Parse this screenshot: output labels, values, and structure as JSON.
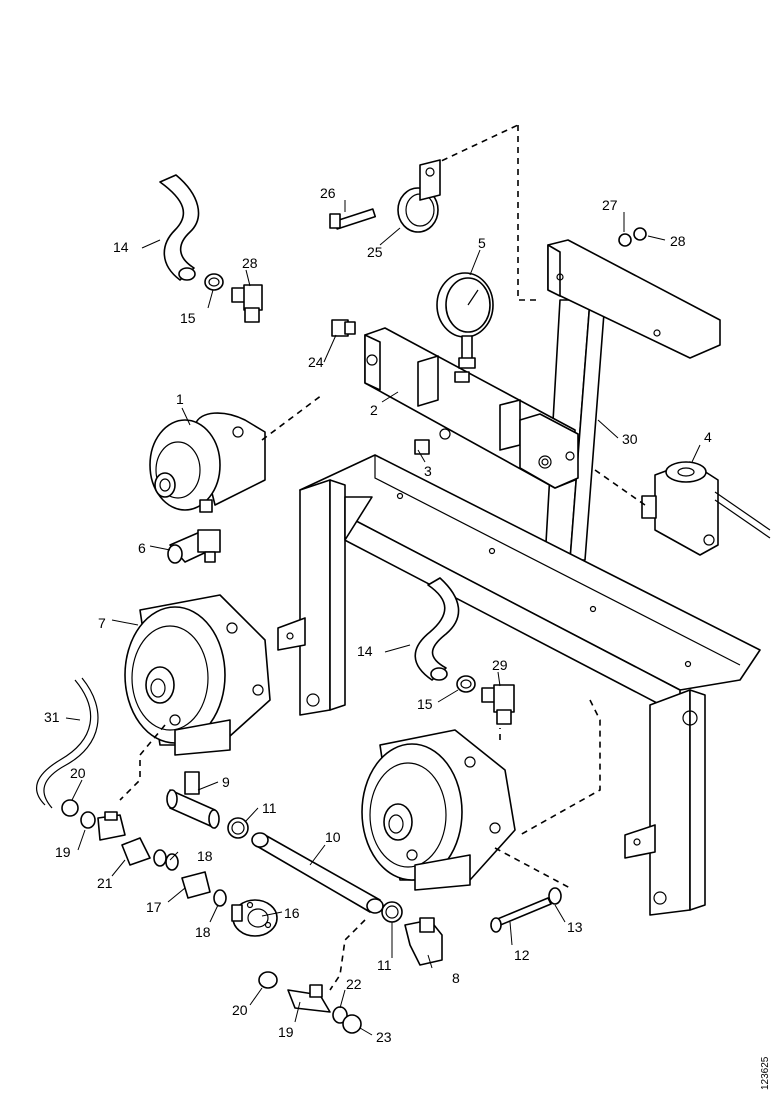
{
  "figure_ref": "123625",
  "callouts": {
    "c1": "1",
    "c2": "2",
    "c3": "3",
    "c4": "4",
    "c5": "5",
    "c6": "6",
    "c7": "7",
    "c8": "8",
    "c9": "9",
    "c10": "10",
    "c11a": "11",
    "c11b": "11",
    "c12": "12",
    "c13": "13",
    "c14a": "14",
    "c14b": "14",
    "c15a": "15",
    "c15b": "15",
    "c16": "16",
    "c17": "17",
    "c18a": "18",
    "c18b": "18",
    "c19a": "19",
    "c19b": "19",
    "c20a": "20",
    "c20b": "20",
    "c21": "21",
    "c22": "22",
    "c23": "23",
    "c24": "24",
    "c25": "25",
    "c26": "26",
    "c27": "27",
    "c28a": "28",
    "c28b": "28",
    "c29": "29",
    "c30": "30",
    "c31": "31"
  }
}
